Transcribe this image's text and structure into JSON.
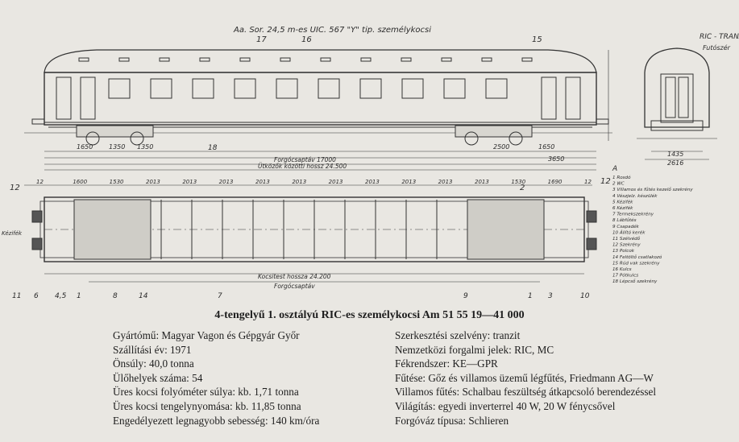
{
  "drawing": {
    "title_label": "Aa. Sor. 24,5 m-es UIC. 567 \"Y\" tip. személykocsi",
    "side_callouts": [
      "17",
      "16",
      "15"
    ],
    "end_labels": [
      "RIC - TRANZIT",
      "Futószér"
    ],
    "dims_side": [
      "1650",
      "1350",
      "1350",
      "18",
      "2500",
      "1650",
      "Forgócsaptáv 17000",
      "Ütközők közötti hossz 24.500",
      "3650"
    ],
    "dims_end": [
      "1435",
      "2616"
    ],
    "plan_top_dims": [
      "12",
      "1600",
      "1530",
      "2013",
      "2013",
      "2013",
      "2013",
      "2013",
      "2013",
      "2013",
      "2013",
      "2013",
      "2013",
      "1530",
      "1690",
      "12"
    ],
    "plan_labels": [
      "Kocsitest hossza 24.200",
      "Forgócsaptáv"
    ],
    "plan_callouts_bottom": [
      "11",
      "6",
      "4,5",
      "1",
      "8",
      "14",
      "7",
      "9",
      "1",
      "3",
      "10"
    ],
    "plan_callouts_left": [
      "12",
      "Kézifék"
    ],
    "plan_callouts_right": [
      "2",
      "12"
    ],
    "legend_header": "A",
    "legend_items": [
      "1 Rosdó",
      "2 WC",
      "3 Villamos és fűtés kezelő szekrény",
      "4 Vészjelz. készülék",
      "5 Kézifék",
      "6 Kézifék",
      "7 Termekszekrény",
      "8 Lábfűtés",
      "9 Csapadék",
      "10 Állító kerék",
      "11 Szélvédő",
      "12 Szekrény",
      "13 Polcok",
      "14 Feltöltő csatlakozó",
      "15 Rúd vak szekrény",
      "16 Kulcs",
      "17 Pótkulcs",
      "18 Lépcső szekrény"
    ]
  },
  "caption": "4-tengelyű 1. osztályú RIC-es személykocsi Am 51 55 19—41 000",
  "specs_left": [
    "Gyártómű: Magyar Vagon és Gépgyár Győr",
    "Szállítási év: 1971",
    "Önsúly: 40,0 tonna",
    "Ülőhelyek száma: 54",
    "Üres kocsi folyóméter súlya: kb. 1,71 tonna",
    "Üres kocsi tengelynyomása: kb. 11,85 tonna",
    "Engedélyezett legnagyobb sebesség: 140 km/óra"
  ],
  "specs_right": [
    "Szerkesztési szelvény: tranzit",
    "Nemzetközi forgalmi jelek: RIC, MC",
    "Fékrendszer: KE—GPR",
    "Fűtése: Gőz és villamos üzemű légfűtés, Friedmann AG—W",
    "Villamos fűtés: Schalbau feszültség átkapcsoló berendezéssel",
    "Világítás: egyedi inverterrel 40 W, 20 W fénycsővel",
    "Forgóváz típusa: Schlieren"
  ]
}
